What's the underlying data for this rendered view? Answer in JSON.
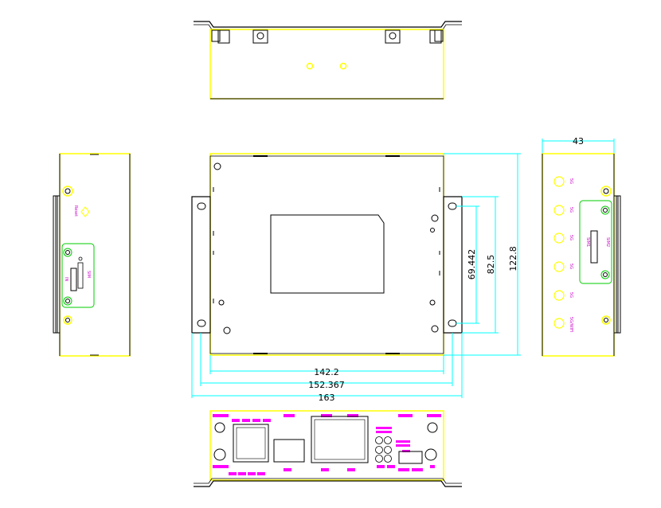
{
  "drawing": {
    "dimensions": {
      "width_inner": "142.2",
      "width_holes": "152.367",
      "width_overall": "163",
      "height_holes": "69.442",
      "height_flange": "82.5",
      "height_overall": "122.8",
      "depth": "43"
    },
    "left_view_labels": {
      "reset": "Reset",
      "power_in": "IN",
      "port": "SIM"
    },
    "right_view_labels": {
      "antenna": "5G",
      "sim1": "SIM1",
      "sim2": "SIM2",
      "bottom": "5G/WIFI"
    },
    "colors": {
      "outline": "#ffff00",
      "edge": "#000000",
      "dimension": "#00ffff",
      "connector": "#00cc00",
      "marking": "#ff00ff"
    }
  }
}
